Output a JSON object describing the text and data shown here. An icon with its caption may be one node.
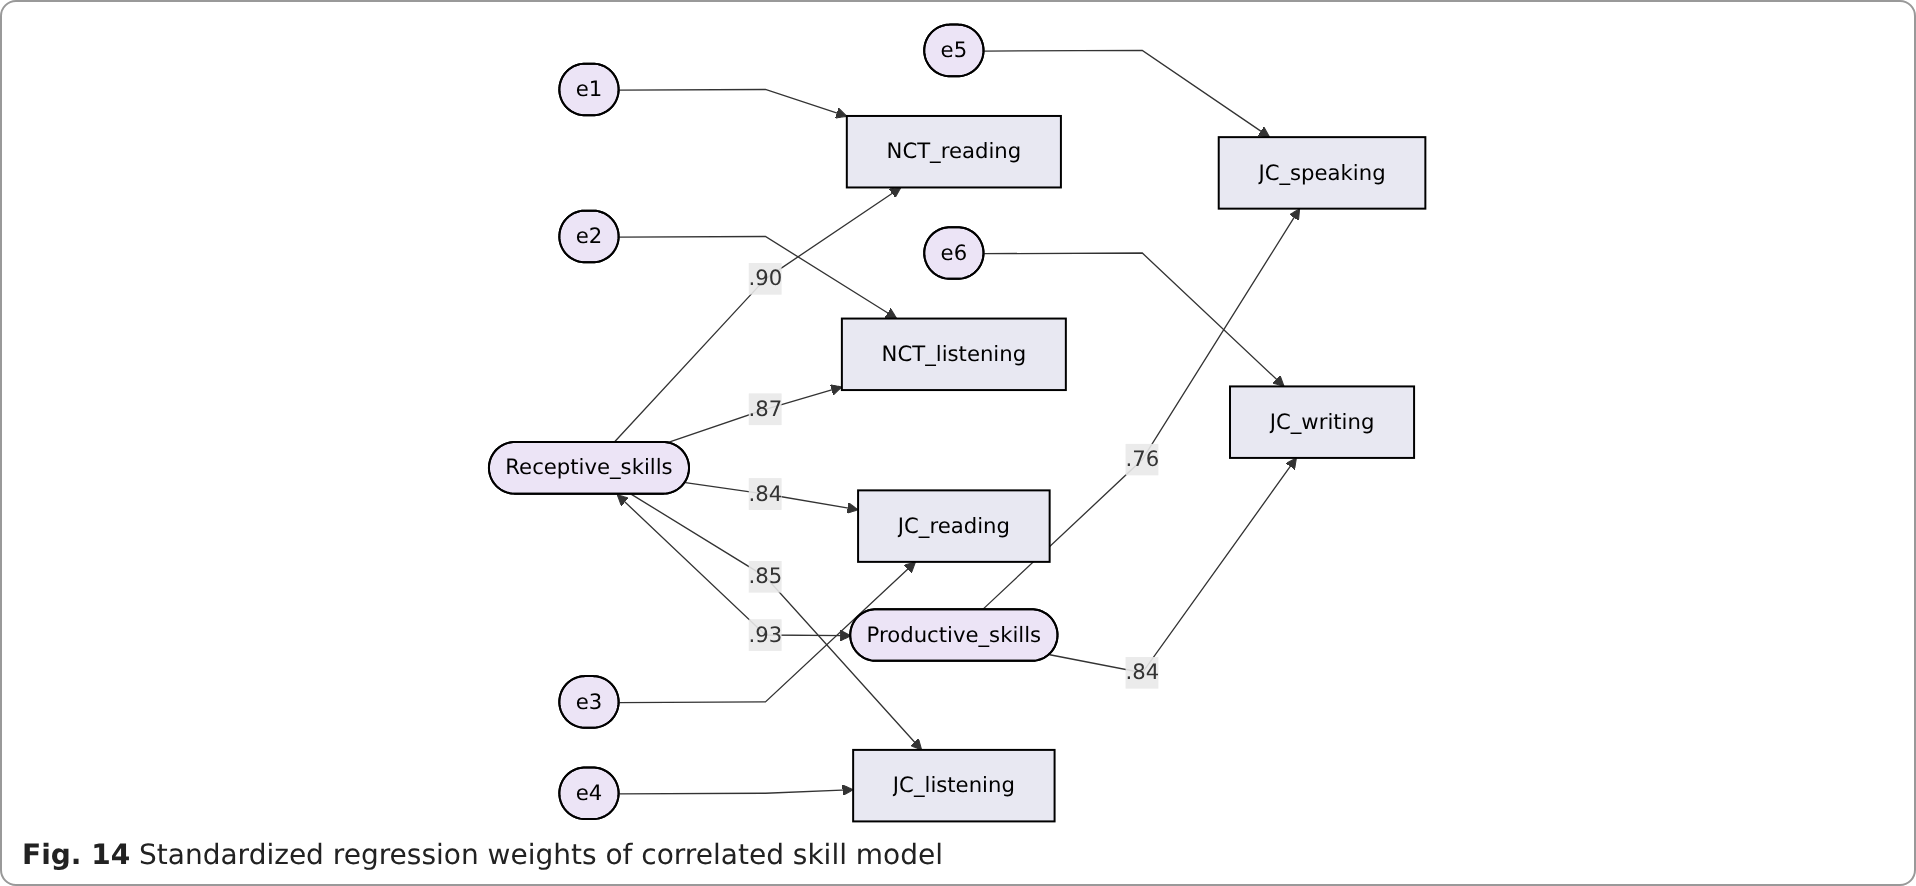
{
  "diagram": {
    "caption": "**Fig. 14** Standardized regression weights of correlated skill model",
    "nodes": [
      {
        "text": [
          "e1"
        ]
      },
      {
        "text": [
          "e2"
        ]
      },
      {
        "text": [
          "e3"
        ]
      },
      {
        "text": [
          "e4"
        ]
      },
      {
        "text": [
          "e5"
        ]
      },
      {
        "text": [
          "e6"
        ]
      },
      {
        "text": [
          "NCT_reading"
        ]
      },
      {
        "text": [
          "NCT_listening"
        ]
      },
      {
        "text": [
          "JC_reading"
        ]
      },
      {
        "text": [
          "JC_listening"
        ]
      },
      {
        "text": [
          "JC_speaking"
        ]
      },
      {
        "text": [
          "JC_writing"
        ]
      },
      {
        "text": [
          "Receptive_skills"
        ]
      },
      {
        "text": [
          "Productive_skills"
        ]
      }
    ],
    "edges": [
      {
        "from": 0,
        "to": 6,
        "arrow": "to"
      },
      {
        "from": 1,
        "to": 7,
        "arrow": "to"
      },
      {
        "from": 2,
        "to": 8,
        "arrow": "to"
      },
      {
        "from": 3,
        "to": 9,
        "arrow": "to"
      },
      {
        "from": 4,
        "to": 10,
        "arrow": "to"
      },
      {
        "from": 5,
        "to": 11,
        "arrow": "to"
      },
      {
        "from": 12,
        "to": 6,
        "label": ".90",
        "arrow": "to"
      },
      {
        "from": 12,
        "to": 7,
        "label": ".87",
        "arrow": "to"
      },
      {
        "from": 12,
        "to": 8,
        "label": ".84",
        "arrow": "to"
      },
      {
        "from": 12,
        "to": 9,
        "label": ".85",
        "arrow": "to"
      },
      {
        "from": 13,
        "to": 10,
        "label": ".76",
        "arrow": "to"
      },
      {
        "from": 13,
        "to": 11,
        "label": ".84",
        "arrow": "to"
      },
      {
        "from": 12,
        "to": 13,
        "label": ".93",
        "arrow": "both"
      }
    ]
  }
}
